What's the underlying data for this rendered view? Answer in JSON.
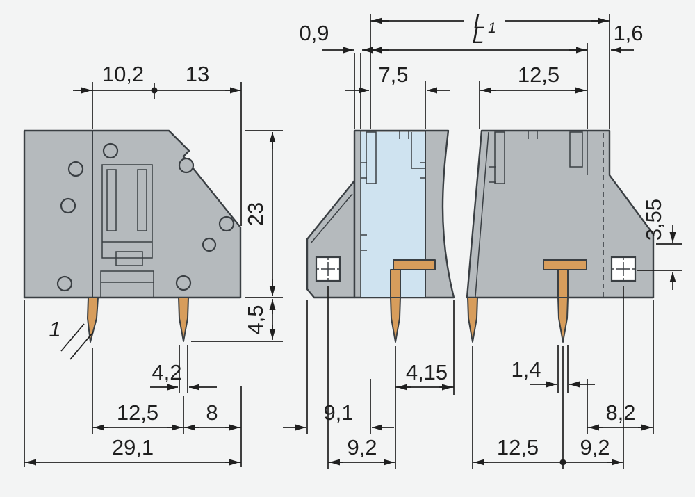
{
  "drawing": {
    "colors": {
      "canvas_bg": "#f3f4f4",
      "body_gray": "#b5babd",
      "outline": "#3a3f43",
      "pole_blue": "#cfe3f0",
      "pin_copper": "#d79d5c",
      "dim_color": "#1f1f1f"
    },
    "dims": {
      "l1": "L",
      "l1_sub": "1",
      "l": "L",
      "wall_left": "0,9",
      "wall_right": "1,6",
      "pitch_10_2": "10,2",
      "pitch_13": "13",
      "pitch_7_5": "7,5",
      "pitch_12_5_top": "12,5",
      "height_23": "23",
      "pin_length_4_5": "4,5",
      "offset_3_55": "3,55",
      "pin_thickness_1": "1",
      "pin_width_4_2": "4,2",
      "pitch_12_5_bottom_left": "12,5",
      "width_8": "8",
      "total_width_29_1": "29,1",
      "offset_4_15": "4,15",
      "offset_9_1": "9,1",
      "offset_9_2_mid": "9,2",
      "pin_width_1_4": "1,4",
      "pitch_12_5_bottom_right": "12,5",
      "offset_9_2_right": "9,2",
      "offset_8_2": "8,2"
    }
  }
}
